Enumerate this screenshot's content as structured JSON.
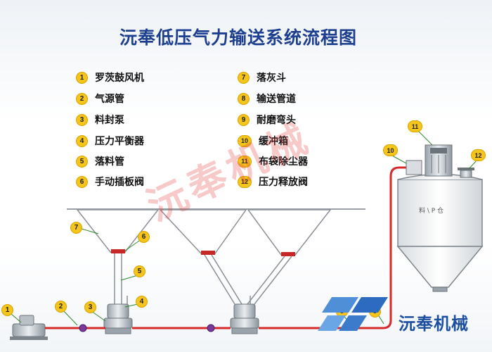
{
  "title": "沅奉低压气力输送系统流程图",
  "legend": [
    {
      "num": "1",
      "label": "罗茨鼓风机"
    },
    {
      "num": "2",
      "label": "气源管"
    },
    {
      "num": "3",
      "label": "料封泵"
    },
    {
      "num": "4",
      "label": "压力平衡器"
    },
    {
      "num": "5",
      "label": "落料管"
    },
    {
      "num": "6",
      "label": "手动插板阀"
    },
    {
      "num": "7",
      "label": "落灰斗"
    },
    {
      "num": "8",
      "label": "输送管道"
    },
    {
      "num": "9",
      "label": "耐磨弯头"
    },
    {
      "num": "10",
      "label": "缓冲箱"
    },
    {
      "num": "11",
      "label": "布袋除尘器"
    },
    {
      "num": "12",
      "label": "压力释放阀"
    }
  ],
  "callouts": {
    "c1": "1",
    "c2": "2",
    "c3": "3",
    "c4": "4",
    "c5": "5",
    "c6": "6",
    "c7": "7",
    "c8": "8",
    "c9": "9",
    "c10": "10",
    "c11": "11",
    "c12": "12"
  },
  "silo_label": "料 \\ P 仓",
  "watermark": "沅奉机械",
  "brand": "沅奉机械",
  "colors": {
    "title": "#1d3f8f",
    "badge": "#f5c51c",
    "pipe_red": "#d62a2a",
    "brand": "#1c4f9f",
    "watermark": "#e13c3c"
  }
}
